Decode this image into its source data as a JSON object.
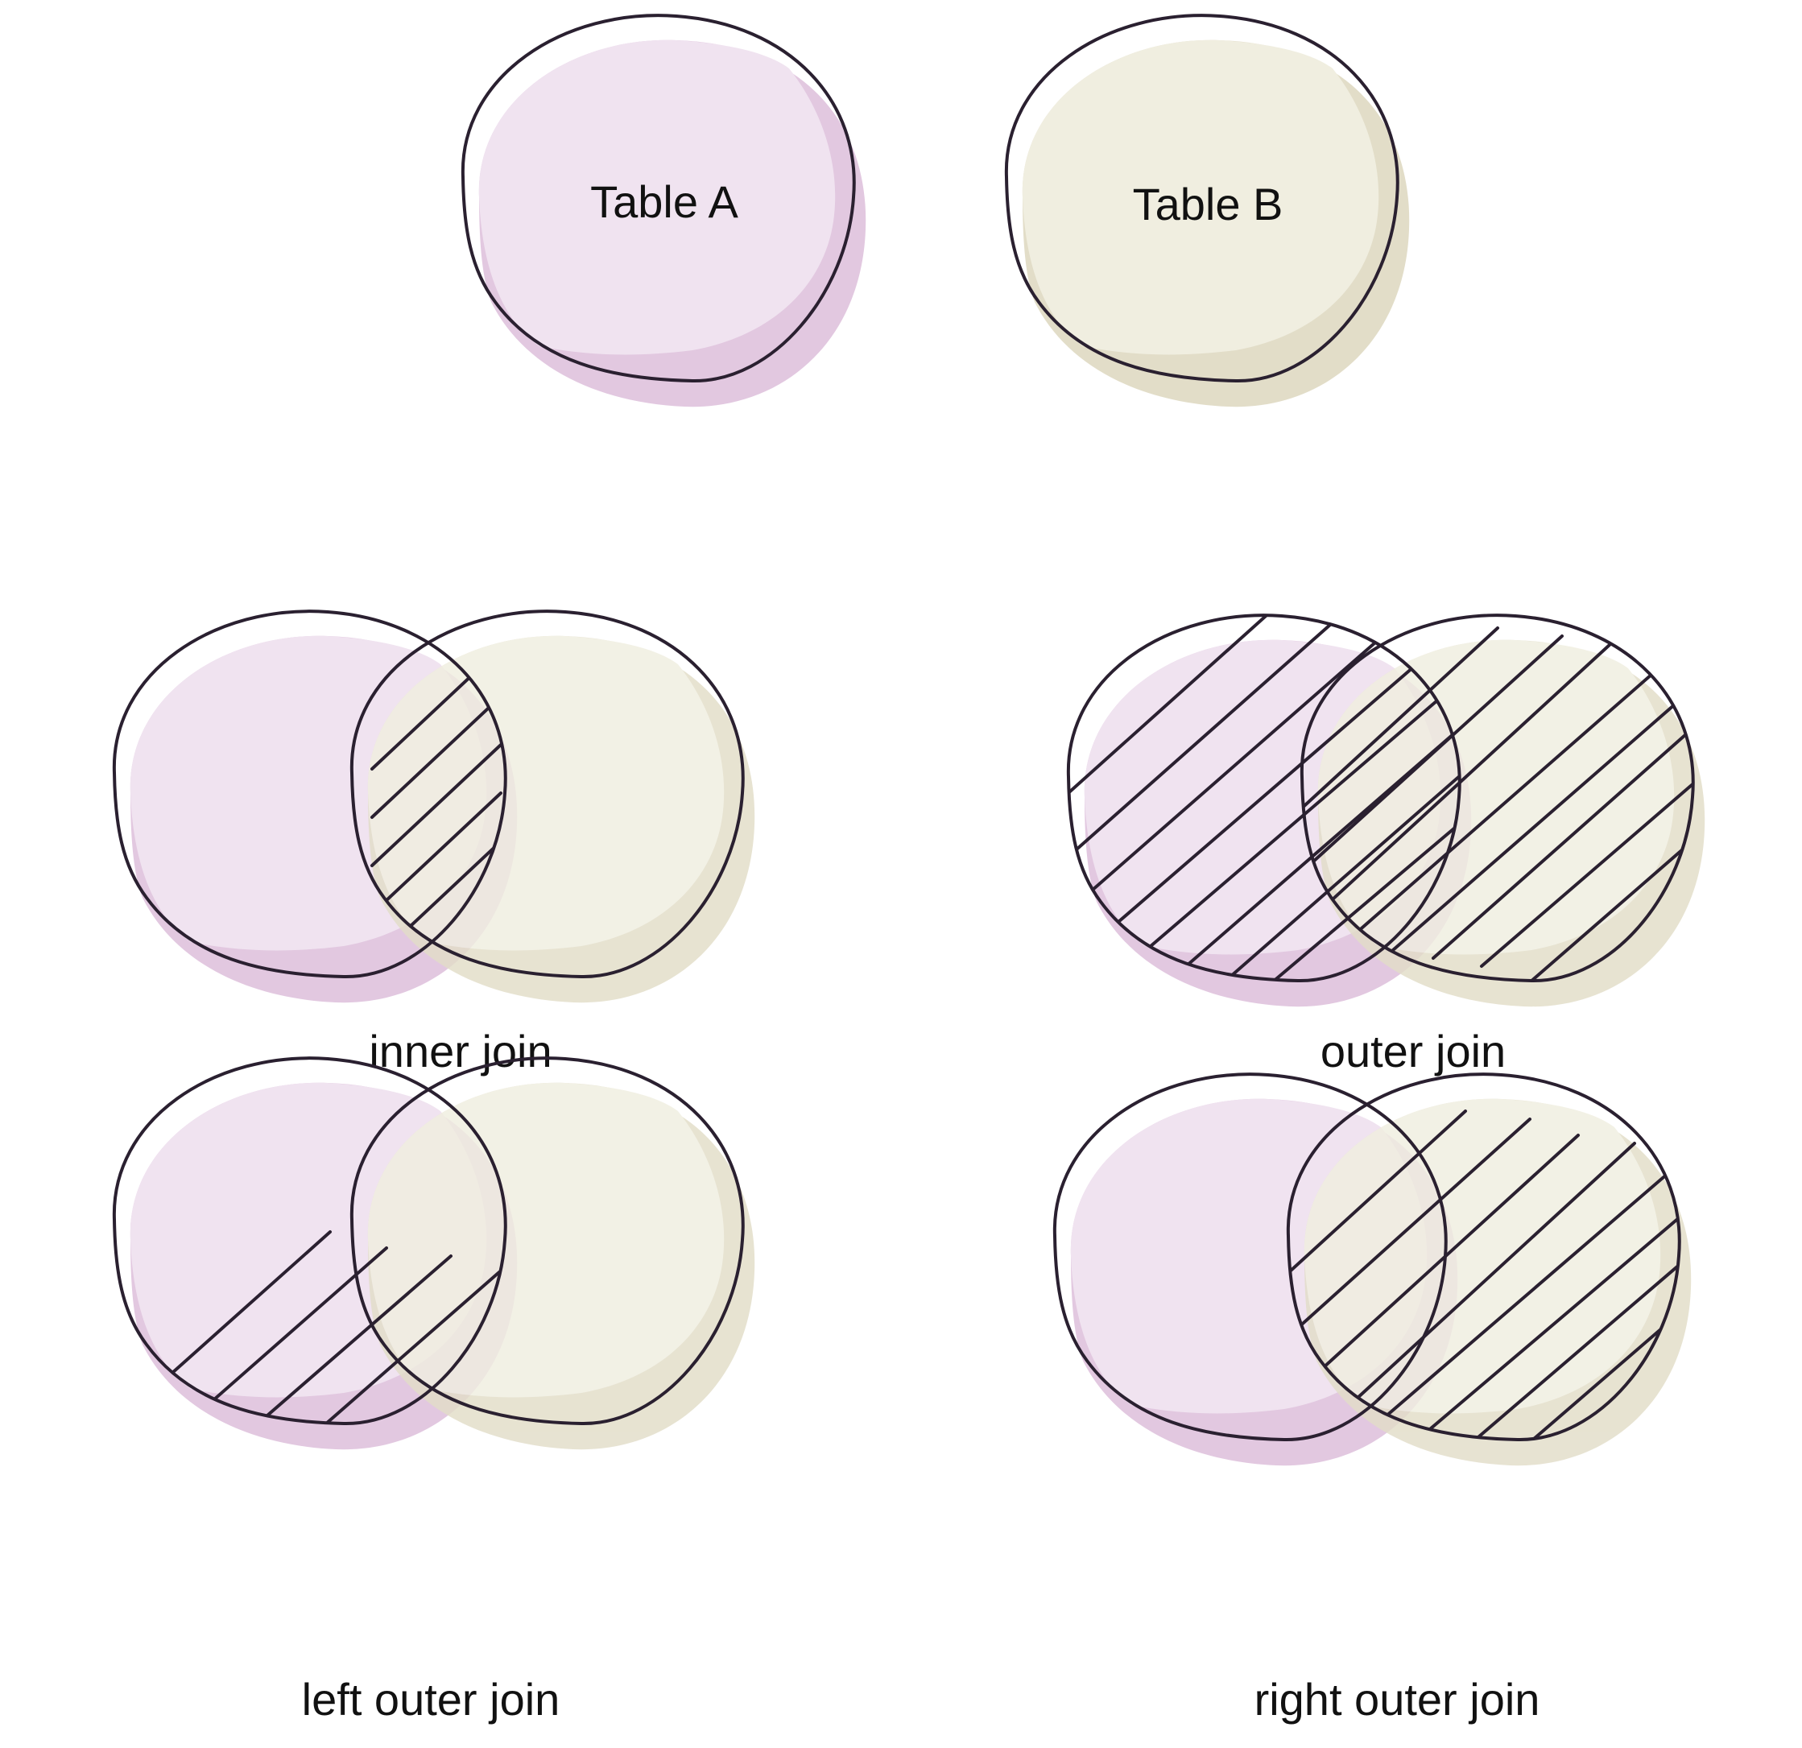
{
  "tables": {
    "a_label": "Table A",
    "b_label": "Table B"
  },
  "joins": {
    "inner": "inner join",
    "outer": "outer join",
    "left_outer": "left outer join",
    "right_outer": "right outer join"
  },
  "colors": {
    "table_a_light": "#f0e3f0",
    "table_a_shade": "#e2c8e0",
    "table_b_light": "#f0eee0",
    "table_b_shade": "#e2ddc8",
    "outline": "#2a2030"
  }
}
